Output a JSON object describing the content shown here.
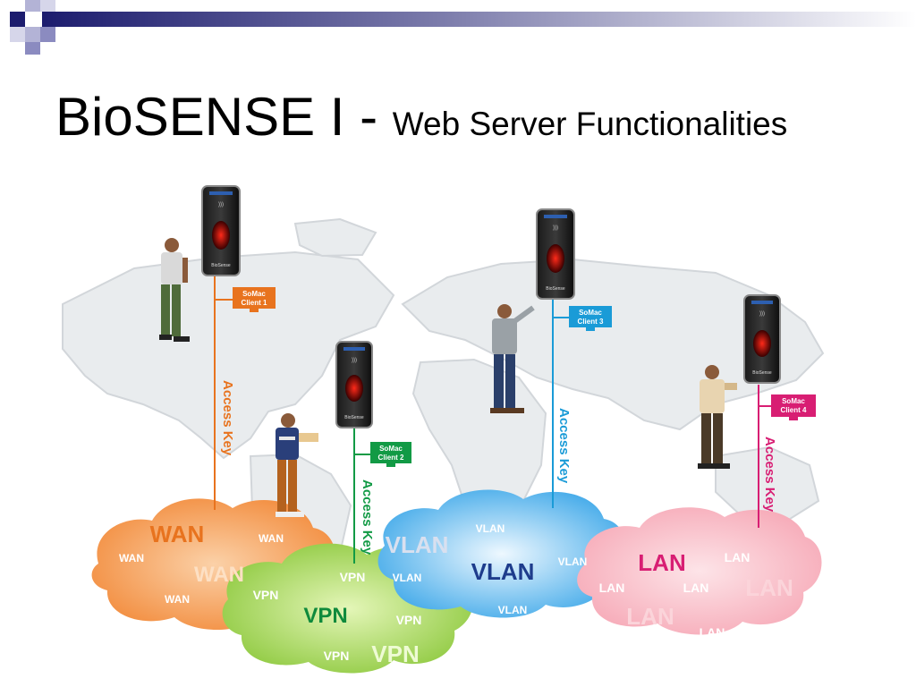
{
  "slide": {
    "title_main": "BioSENSE I - ",
    "title_sub": "Web Server Functionalities"
  },
  "clients": [
    {
      "label_line1": "SoMac",
      "label_line2": "Client 1",
      "color": "#e8731e",
      "key": "Access Key"
    },
    {
      "label_line1": "SoMac",
      "label_line2": "Client 2",
      "color": "#129a45",
      "key": "Access Key"
    },
    {
      "label_line1": "SoMac",
      "label_line2": "Client 3",
      "color": "#1a9bd7",
      "key": "Access Key"
    },
    {
      "label_line1": "SoMac",
      "label_line2": "Client 4",
      "color": "#d81e73",
      "key": "Access Key"
    }
  ],
  "clouds": {
    "wan": {
      "main": "WAN",
      "small": [
        "WAN",
        "WAN",
        "WAN",
        "WAN"
      ],
      "color": "#e8731e"
    },
    "vpn": {
      "main": "VPN",
      "small": [
        "VPN",
        "VPN",
        "VPN",
        "VPN",
        "VPN"
      ],
      "color": "#129a45"
    },
    "vlan": {
      "main": "VLAN",
      "small": [
        "VLAN",
        "VLAN",
        "VLAN",
        "VLAN",
        "VLAN"
      ],
      "color": "#1e3c8c"
    },
    "lan": {
      "main": "LAN",
      "small": [
        "LAN",
        "LAN",
        "LAN",
        "LAN",
        "LAN",
        "LAN"
      ],
      "color": "#d81e73"
    }
  },
  "device": {
    "brand": "BioSense"
  }
}
